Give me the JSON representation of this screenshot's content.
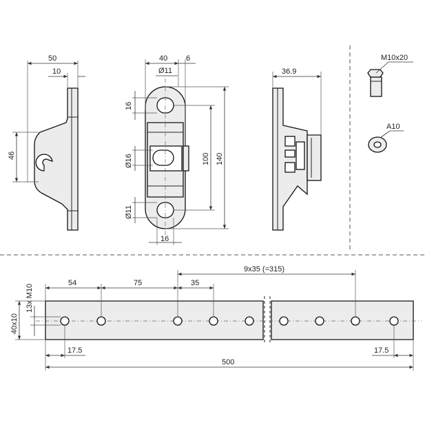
{
  "side_view": {
    "width_label": "50",
    "flange_label": "10",
    "height_label": "46"
  },
  "front_view": {
    "width_label": "40",
    "offset_label": "6",
    "top_hole_label": "Ø11",
    "slot_height_label": "16",
    "center_hole_label": "Ø16",
    "span_label": "100",
    "total_label": "140",
    "bottom_hole_label": "Ø11",
    "bottom_width_label": "16"
  },
  "profile_view": {
    "depth_label": "36.9"
  },
  "hardware": {
    "bolt_label": "M10x20",
    "washer_label": "A10"
  },
  "rail_view": {
    "pitch_label": "9x35 (=315)",
    "first_gap_label": "54",
    "second_gap_label": "75",
    "pitch_single_label": "35",
    "holes_label": "13x M10",
    "section_label": "40x10",
    "left_margin_label": "17.5",
    "right_margin_label": "17.5",
    "length_label": "500"
  }
}
